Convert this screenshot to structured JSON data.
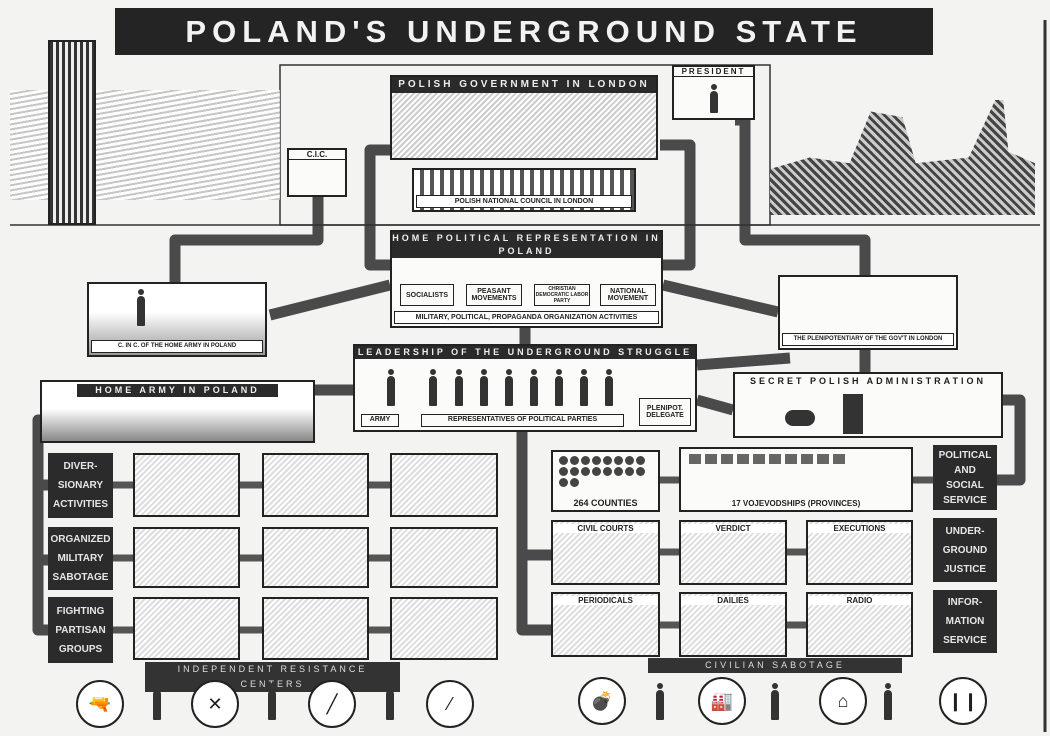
{
  "title": "POLAND'S UNDERGROUND STATE",
  "gov_london": "POLISH GOVERNMENT IN LONDON",
  "president": "PRESIDENT",
  "cic": "C.I.C.",
  "national_council": "POLISH NATIONAL COUNCIL IN LONDON",
  "home_political": {
    "title": "HOME POLITICAL REPRESENTATION IN POLAND",
    "parties": [
      "SOCIALISTS",
      "PEASANT MOVEMENTS",
      "CHRISTIAN DEMOCRATIC LABOR PARTY",
      "NATIONAL MOVEMENT"
    ],
    "footer": "MILITARY, POLITICAL, PROPAGANDA ORGANIZATION ACTIVITIES"
  },
  "cinc": "C. IN C. OF THE HOME ARMY IN POLAND",
  "plenipotentiary": "THE PLENIPOTENTIARY OF THE GOV'T IN LONDON",
  "leadership": {
    "title": "LEADERSHIP OF THE UNDERGROUND STRUGGLE",
    "army": "ARMY",
    "reps": "REPRESENTATIVES OF POLITICAL PARTIES",
    "delegate": "PLENIPOT. DELEGATE"
  },
  "home_army": "HOME ARMY IN POLAND",
  "secret_admin": "SECRET POLISH ADMINISTRATION",
  "left_labels": [
    "DIVER-\nSIONARY\nACTIVITIES",
    "ORGANIZED\nMILITARY\nSABOTAGE",
    "FIGHTING\nPARTISAN\nGROUPS"
  ],
  "right_labels": [
    "POLITICAL\nAND\nSOCIAL\nSERVICE",
    "UNDER-\nGROUND\nJUSTICE",
    "INFOR-\nMATION\nSERVICE"
  ],
  "counties": "264 COUNTIES",
  "provinces": "17 VOJEVODSHIPS (PROVINCES)",
  "justice": [
    "CIVIL COURTS",
    "VERDICT",
    "EXECUTIONS"
  ],
  "information": [
    "PERIODICALS",
    "DAILIES",
    "RADIO"
  ],
  "independent_centers": "INDEPENDENT RESISTANCE CENTERS",
  "civilian_sabotage": "CIVILIAN SABOTAGE"
}
